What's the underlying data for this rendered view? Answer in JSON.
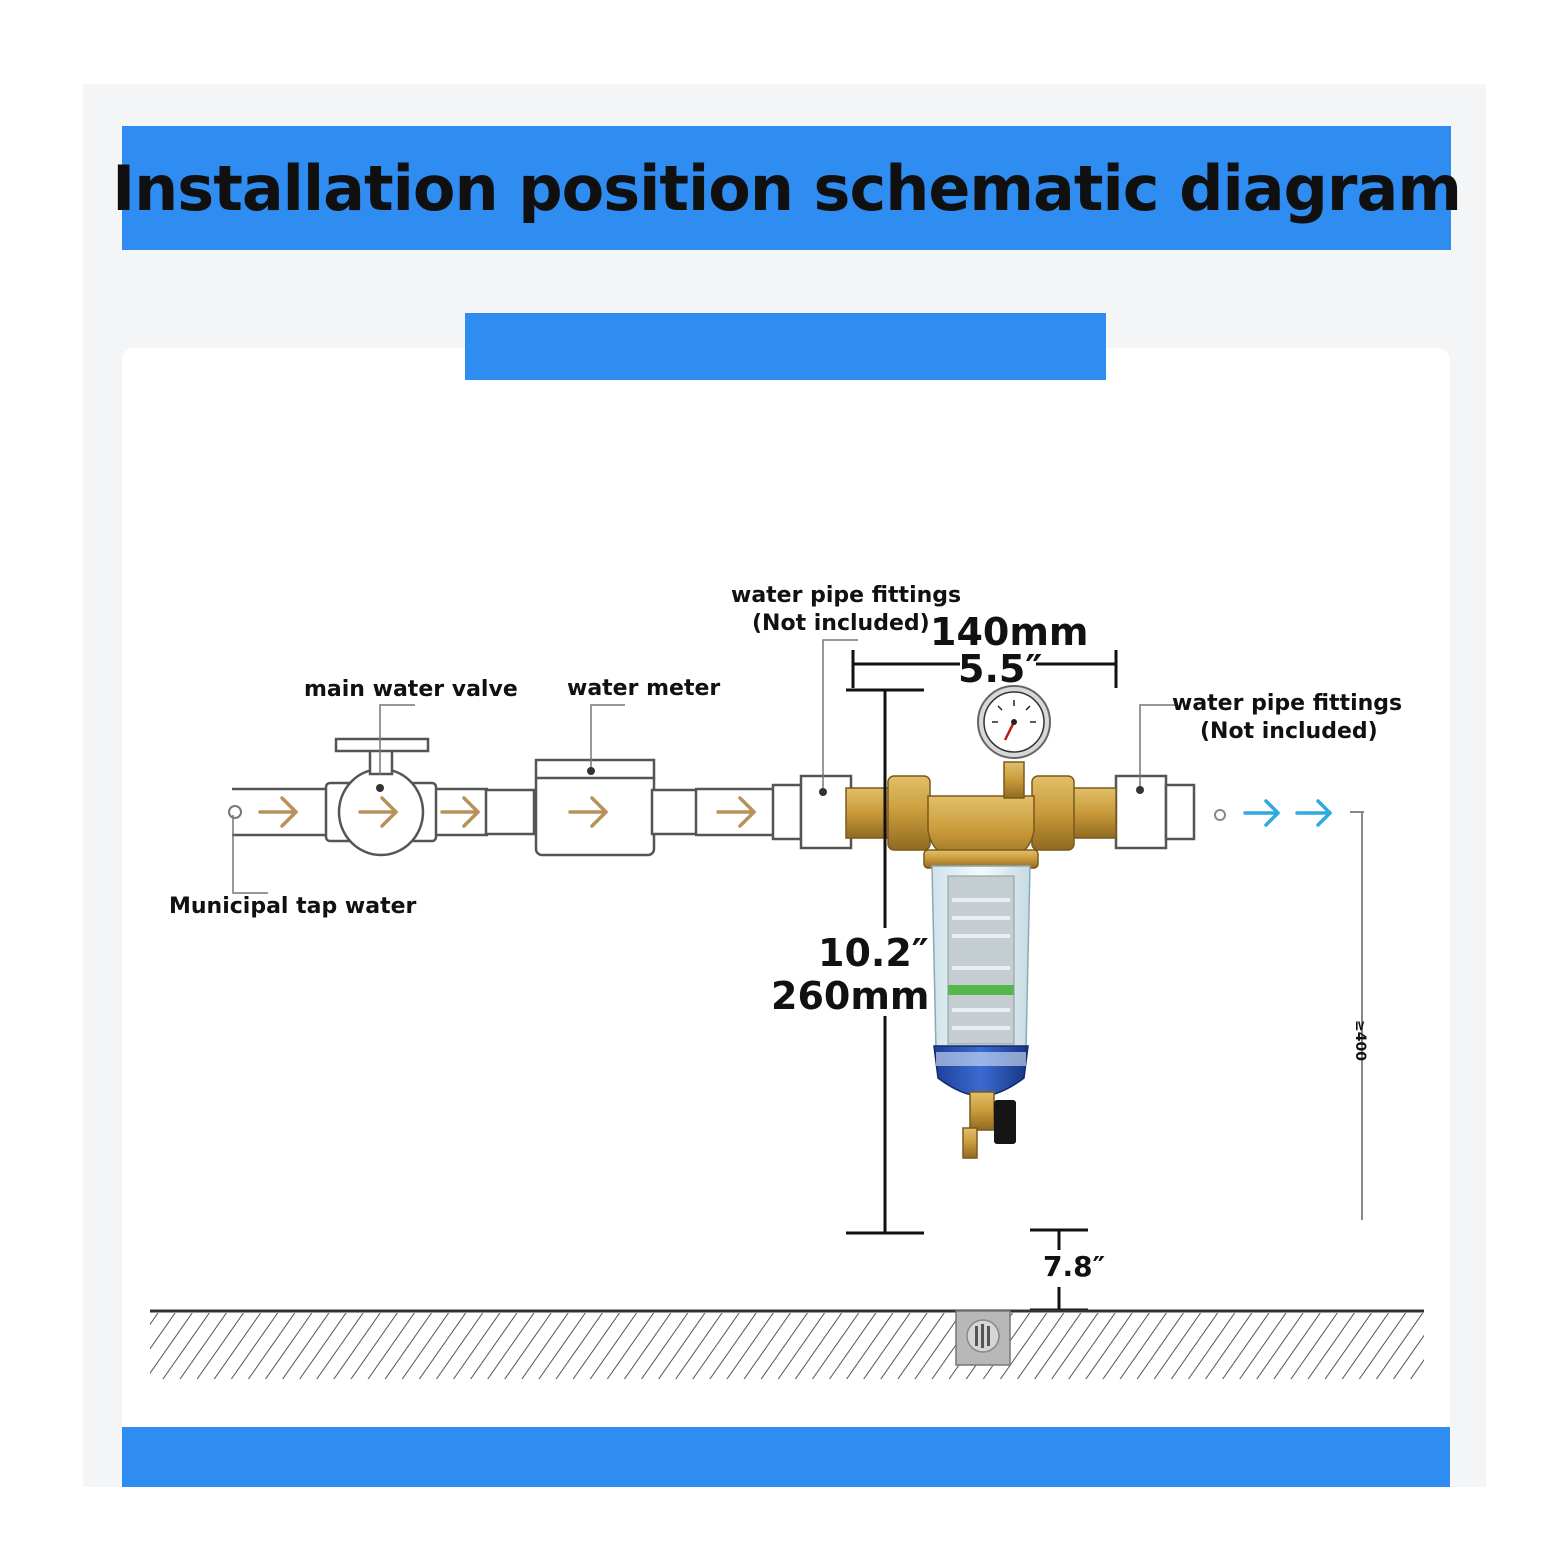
{
  "title": "Installation position schematic diagram",
  "labels": {
    "main_valve": "main water valve",
    "water_meter": "water meter",
    "municipal": "Municipal tap water",
    "fittings_left_1": "water pipe fittings",
    "fittings_left_2": "(Not included)",
    "fittings_right_1": "water pipe fittings",
    "fittings_right_2": "(Not included)"
  },
  "dimensions": {
    "width_mm": "140mm",
    "width_in": "5.5″",
    "height_in": "10.2″",
    "height_mm": "260mm",
    "floor_gap_in": "7.8″",
    "min_height": "≥400"
  },
  "colors": {
    "accent_blue": "#2f8cf0",
    "flow_arrow_in": "#b8925a",
    "flow_arrow_out": "#2fa9e0",
    "brass": "#c99a3a"
  }
}
